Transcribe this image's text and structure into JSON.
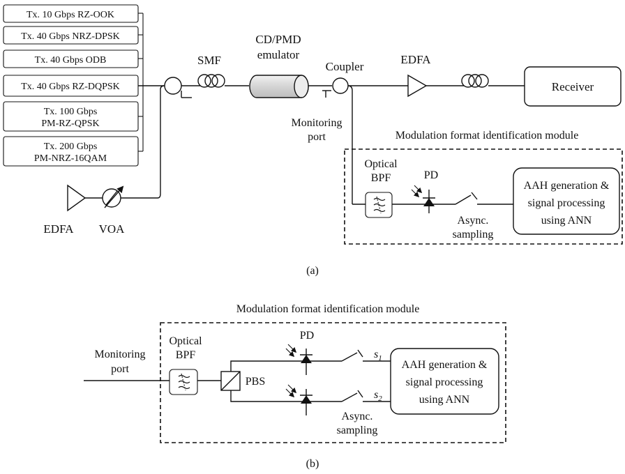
{
  "diagram_a": {
    "transmitters": [
      {
        "lines": [
          "Tx. 10 Gbps RZ-OOK"
        ]
      },
      {
        "lines": [
          "Tx. 40 Gbps NRZ-DPSK"
        ]
      },
      {
        "lines": [
          "Tx. 40 Gbps ODB"
        ]
      },
      {
        "lines": [
          "Tx. 40 Gbps RZ-DQPSK"
        ]
      },
      {
        "lines": [
          "Tx. 100 Gbps",
          "PM-RZ-QPSK"
        ]
      },
      {
        "lines": [
          "Tx. 200 Gbps",
          "PM-NRZ-16QAM"
        ]
      }
    ],
    "edfa_left": "EDFA",
    "voa": "VOA",
    "smf": "SMF",
    "emulator": [
      "CD/PMD",
      "emulator"
    ],
    "coupler": "Coupler",
    "edfa_right": "EDFA",
    "receiver": "Receiver",
    "monitoring_port": [
      "Monitoring",
      "port"
    ],
    "module_title": "Modulation format identification module",
    "optical_bpf": [
      "Optical",
      "BPF"
    ],
    "pd": "PD",
    "async_sampling": [
      "Async.",
      "sampling"
    ],
    "aah_box": [
      "AAH generation &",
      "signal processing",
      "using ANN"
    ],
    "caption": "(a)"
  },
  "diagram_b": {
    "module_title": "Modulation format identification module",
    "monitoring_port": [
      "Monitoring",
      "port"
    ],
    "optical_bpf": [
      "Optical",
      "BPF"
    ],
    "pbs": "PBS",
    "pd": "PD",
    "s1": "s",
    "s1_sub": "1",
    "s2": "s",
    "s2_sub": "2",
    "async_sampling": [
      "Async.",
      "sampling"
    ],
    "aah_box": [
      "AAH generation &",
      "signal processing",
      "using ANN"
    ],
    "caption": "(b)"
  }
}
